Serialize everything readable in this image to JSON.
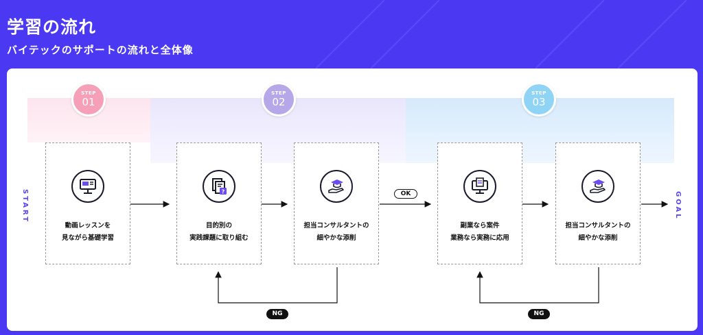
{
  "header": {
    "title": "学習の流れ",
    "subtitle": "バイテックのサポートの流れと全体像"
  },
  "labels": {
    "start": "START",
    "goal": "GOAL",
    "ok": "OK",
    "ng": "NG"
  },
  "steps": [
    {
      "label": "STEP",
      "number": "01",
      "color": "#f5a0b8"
    },
    {
      "label": "STEP",
      "number": "02",
      "color": "#b6a7e8"
    },
    {
      "label": "STEP",
      "number": "03",
      "color": "#8fd4f5"
    }
  ],
  "boxes": [
    {
      "icon": "computer-monitor-icon",
      "lines": [
        "動画レッスンを",
        "見ながら基礎学習"
      ]
    },
    {
      "icon": "documents-question-icon",
      "lines": [
        "目的別の",
        "実践課題に取り組む"
      ]
    },
    {
      "icon": "hand-graduation-cap-icon",
      "lines": [
        "担当コンサルタントの",
        "細やかな添削"
      ]
    },
    {
      "icon": "computer-document-icon",
      "lines": [
        "副業なら案件",
        "業務なら実務に応用"
      ]
    },
    {
      "icon": "hand-graduation-cap-icon",
      "lines": [
        "担当コンサルタントの",
        "細やかな添削"
      ]
    }
  ],
  "colors": {
    "background": "#4a38f2",
    "accent": "#5b48f0",
    "icon_accent": "#6a4cf0"
  }
}
